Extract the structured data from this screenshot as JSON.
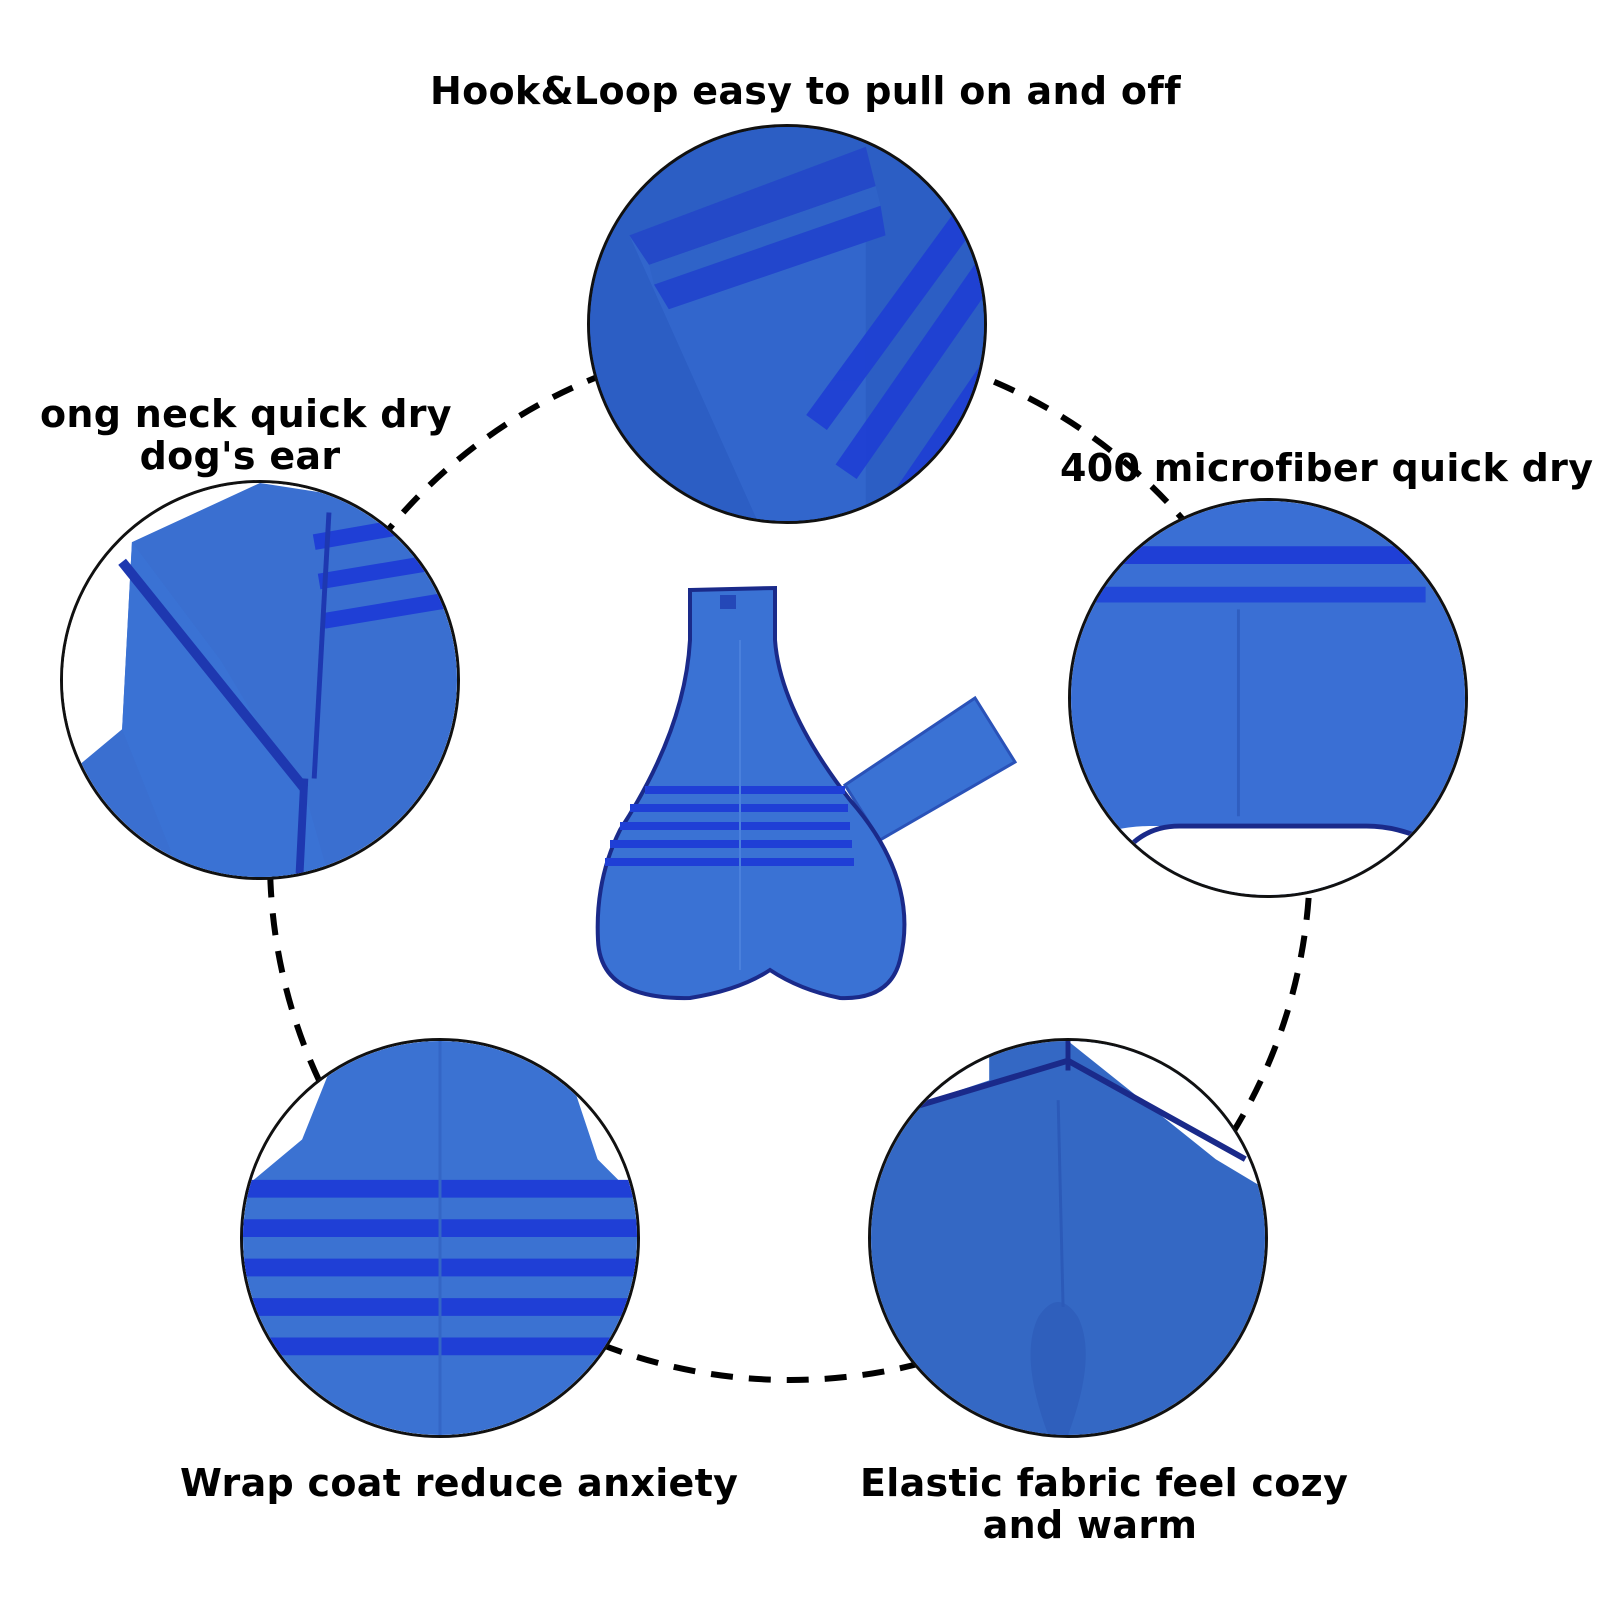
{
  "features": [
    {
      "id": "hook-loop",
      "label": "Hook&Loop easy to pull on and off"
    },
    {
      "id": "long-neck",
      "label_line1": "ong neck quick dry",
      "label_line2": "dog's ear"
    },
    {
      "id": "microfiber",
      "label": "400 microfiber quick dry"
    },
    {
      "id": "wrap-coat",
      "label": "Wrap coat reduce anxiety"
    },
    {
      "id": "elastic",
      "label_line1": "Elastic fabric feel cozy",
      "label_line2": "and warm"
    }
  ],
  "colors": {
    "fabric": "#2f66c8",
    "fabric_dark": "#2a52b8",
    "stripe": "#1f3fd6",
    "trim": "#1a2a8a",
    "outline": "#111111",
    "background": "#ffffff"
  },
  "product": {
    "name": "blue-dog-bathrobe-towel"
  }
}
